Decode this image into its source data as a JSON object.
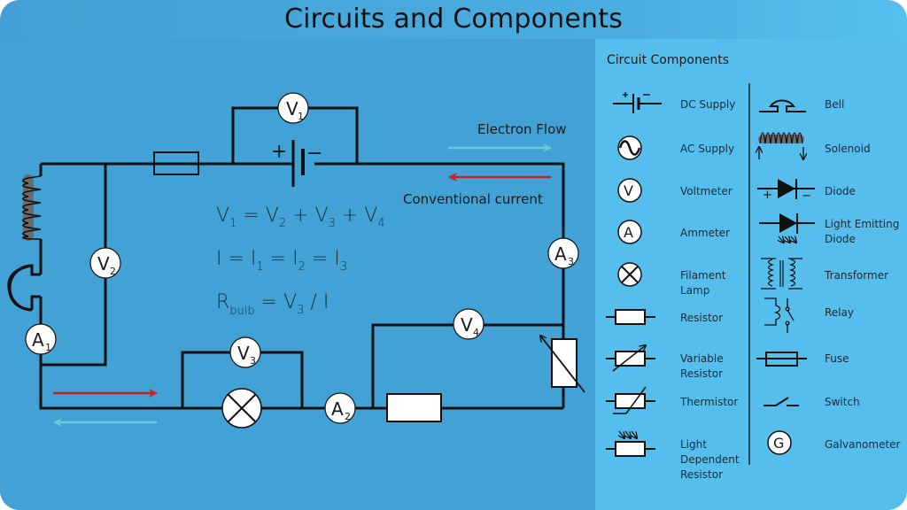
{
  "title": "Circuits and Components",
  "circuit": {
    "meters": {
      "v1": {
        "letter": "V",
        "sub": "1"
      },
      "v2": {
        "letter": "V",
        "sub": "2"
      },
      "v3": {
        "letter": "V",
        "sub": "3"
      },
      "v4": {
        "letter": "V",
        "sub": "4"
      },
      "a1": {
        "letter": "A",
        "sub": "1"
      },
      "a2": {
        "letter": "A",
        "sub": "2"
      },
      "a3": {
        "letter": "A",
        "sub": "3"
      }
    },
    "battery_plus": "+",
    "battery_minus": "−",
    "electron_flow_label": "Electron Flow",
    "conventional_current_label": "Conventional current",
    "colors": {
      "electron_flow": "#6cc9dc",
      "conventional_current": "#c8232c"
    },
    "equations": [
      {
        "parts": [
          "V",
          "1",
          " = V",
          "2",
          " + V",
          "3",
          " + V",
          "4"
        ]
      },
      {
        "parts": [
          "I = I",
          "1",
          " = I",
          "2",
          " = I",
          "3"
        ]
      },
      {
        "parts": [
          "R",
          "bulb",
          " = V",
          "3",
          " / I"
        ]
      }
    ]
  },
  "legend": {
    "heading": "Circuit Components",
    "left": [
      {
        "icon": "dc-supply-icon",
        "label": [
          "DC Supply"
        ]
      },
      {
        "icon": "ac-supply-icon",
        "label": [
          "AC Supply"
        ]
      },
      {
        "icon": "voltmeter-icon",
        "label": [
          "Voltmeter"
        ],
        "glyph": "V"
      },
      {
        "icon": "ammeter-icon",
        "label": [
          "Ammeter"
        ],
        "glyph": "A"
      },
      {
        "icon": "filament-lamp-icon",
        "label": [
          "Filament",
          "Lamp"
        ]
      },
      {
        "icon": "resistor-icon",
        "label": [
          "Resistor"
        ]
      },
      {
        "icon": "variable-resistor-icon",
        "label": [
          "Variable",
          "Resistor"
        ]
      },
      {
        "icon": "thermistor-icon",
        "label": [
          "Thermistor"
        ]
      },
      {
        "icon": "ldr-icon",
        "label": [
          "Light",
          "Dependent",
          "Resistor"
        ]
      }
    ],
    "right": [
      {
        "icon": "bell-icon",
        "label": [
          "Bell"
        ]
      },
      {
        "icon": "solenoid-icon",
        "label": [
          "Solenoid"
        ]
      },
      {
        "icon": "diode-icon",
        "label": [
          "Diode"
        ]
      },
      {
        "icon": "led-icon",
        "label": [
          "Light Emitting",
          "Diode"
        ]
      },
      {
        "icon": "transformer-icon",
        "label": [
          "Transformer"
        ]
      },
      {
        "icon": "relay-icon",
        "label": [
          "Relay"
        ]
      },
      {
        "icon": "fuse-icon",
        "label": [
          "Fuse"
        ]
      },
      {
        "icon": "switch-icon",
        "label": [
          "Switch"
        ]
      },
      {
        "icon": "galvanometer-icon",
        "label": [
          "Galvanometer"
        ],
        "glyph": "G"
      }
    ]
  }
}
